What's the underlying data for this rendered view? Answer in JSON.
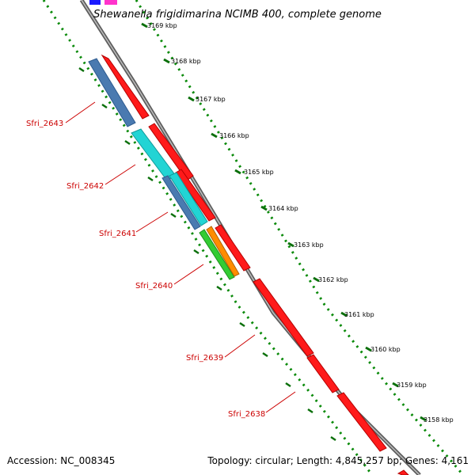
{
  "title": "Shewanella frigidimarina NCIMB 400, complete genome",
  "footer": {
    "accession": "Accession: NC_008345",
    "summary": "Topology: circular; Length: 4,845,257 bp; Genes: 4,161"
  },
  "colors": {
    "background": "#ffffff",
    "backbone": "#8c8c8c",
    "forward_feature": "#ff0000",
    "label": "#cc0000",
    "tick": "#007700"
  },
  "scale": {
    "unit": "kbp",
    "ticks": [
      "3169 kbp",
      "3168 kbp",
      "3167 kbp",
      "3166 kbp",
      "3165 kbp",
      "3164 kbp",
      "3163 kbp",
      "3162 kbp",
      "3161 kbp",
      "3160 kbp",
      "3159 kbp",
      "3158 kbp"
    ]
  },
  "gene_labels": [
    {
      "id": "sfri-2643",
      "text": "Sfri_2643"
    },
    {
      "id": "sfri-2642",
      "text": "Sfri_2642"
    },
    {
      "id": "sfri-2641",
      "text": "Sfri_2641"
    },
    {
      "id": "sfri-2640",
      "text": "Sfri_2640"
    },
    {
      "id": "sfri-2639",
      "text": "Sfri_2639"
    },
    {
      "id": "sfri-2638",
      "text": "Sfri_2638"
    }
  ]
}
